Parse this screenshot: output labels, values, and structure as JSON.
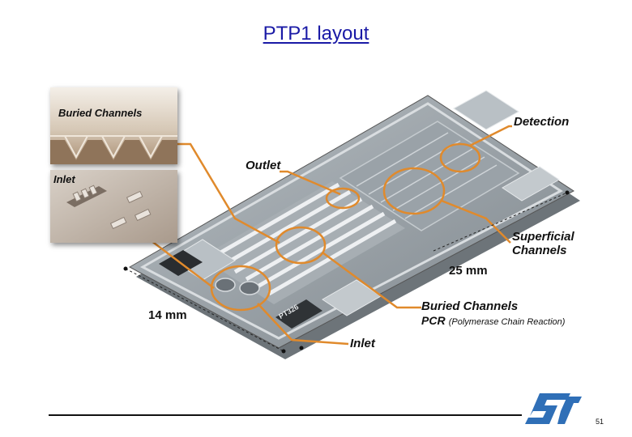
{
  "title": "PTP1 layout",
  "labels": {
    "buried_channels_thumb": "Buried Channels",
    "inlet_thumb": "Inlet",
    "detection": "Detection",
    "outlet": "Outlet",
    "superficial_channels_line1": "Superficial",
    "superficial_channels_line2": "Channels",
    "length_25": "25 mm",
    "width_14": "14 mm",
    "buried_channels": "Buried Channels",
    "pcr_abbr": "PCR",
    "pcr_full": "(Polymerase Chain Reaction)",
    "inlet": "Inlet"
  },
  "chip_marking": "PT326",
  "page_number": "51",
  "colors": {
    "title": "#1a1aa6",
    "callout": "#e08a2c",
    "chip_body": "#8f979d",
    "st_logo": "#2f6fb7"
  },
  "icons": {
    "logo": "st-logo"
  }
}
